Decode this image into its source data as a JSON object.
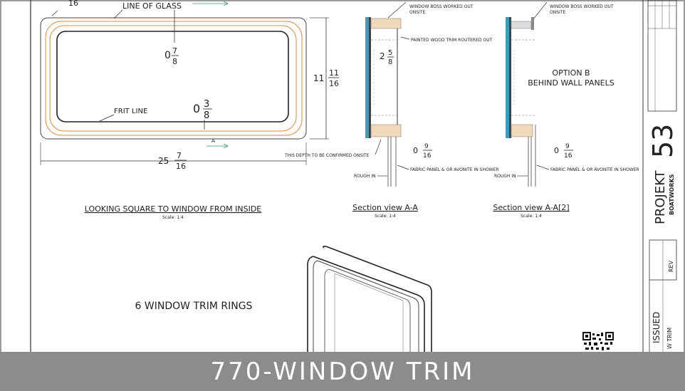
{
  "plan_view": {
    "top_fragment": "16",
    "line_of_glass_label": "LINE OF GLASS",
    "frit_line_label": "FRIT LINE",
    "dim_center_whole": "0",
    "dim_center_num": "7",
    "dim_center_den": "8",
    "dim_lower_whole": "0",
    "dim_lower_num": "3",
    "dim_lower_den": "8",
    "dim_height_whole": "11",
    "dim_height_num": "11",
    "dim_height_den": "16",
    "dim_width_whole": "25",
    "dim_width_num": "7",
    "dim_width_den": "16",
    "section_marker": "A",
    "view_title": "LOOKING SQUARE TO WINDOW FROM INSIDE",
    "view_scale": "Scale: 1:4"
  },
  "section_a": {
    "note_top": "WINDOW BOSS WORKED OUT",
    "note_top_2": "ONSITE",
    "note_trim": "PAINTED WOOD TRIM ROUTERED OUT",
    "dim_whole": "2",
    "dim_num": "5",
    "dim_den": "8",
    "note_depth": "THIS DEPTH TO BE CONFIRMED ONSITE",
    "dim_low_whole": "0",
    "dim_low_num": "9",
    "dim_low_den": "16",
    "note_fabric": "FABRIC PANEL & OR AVONITE IN SHOWER",
    "note_rough": "ROUGH IN",
    "title": "Section view A-A",
    "scale": "Scale: 1:4"
  },
  "section_b": {
    "note_top": "WINDOW BOSS WORKED OUT",
    "note_top_2": "ONSITE",
    "option_line1": "OPTION B",
    "option_line2": "BEHIND WALL PANELS",
    "dim_low_whole": "0",
    "dim_low_num": "9",
    "dim_low_den": "16",
    "note_fabric": "FABRIC PANEL & OR AVONITE IN SHOWER",
    "note_rough": "ROUGH IN",
    "title": "Section view A-A[2]",
    "scale": "Scale: 1:4"
  },
  "iso_view": {
    "label": "6 WINDOW TRIM RINGS"
  },
  "title_block": {
    "company_name": "PROJEKT",
    "company_number": "53",
    "company_sub": "BOATWORKS",
    "rev_label": "REV",
    "issued_label": "ISSUED",
    "drawing_name_fragment": "W TRIM",
    "issued_color": "#3aa0c8"
  },
  "footer": {
    "title": "770-WINDOW TRIM",
    "banner_color": "#8c8c8c"
  }
}
